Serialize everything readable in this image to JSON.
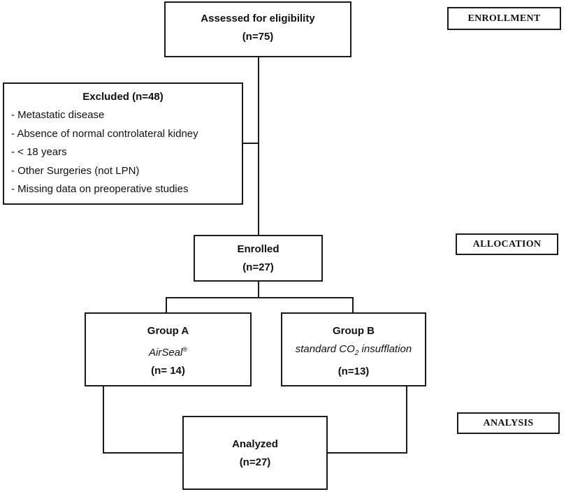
{
  "stages": {
    "enrollment": "ENROLLMENT",
    "allocation": "ALLOCATION",
    "analysis": "ANALYSIS"
  },
  "assessed": {
    "title": "Assessed for eligibility",
    "count": "(n=75)"
  },
  "excluded": {
    "title": "Excluded (n=48)",
    "items": [
      "- Metastatic disease",
      "- Absence of normal controlateral kidney",
      "- < 18 years",
      "- Other Surgeries (not LPN)",
      "- Missing data on preoperative studies"
    ]
  },
  "enrolled": {
    "title": "Enrolled",
    "count": "(n=27)"
  },
  "group_a": {
    "title": "Group A",
    "subtitle": "AirSeal",
    "subtitle_mark": "®",
    "count": "(n= 14)"
  },
  "group_b": {
    "title": "Group B",
    "subtitle_pre": "standard CO",
    "subtitle_sub": "2",
    "subtitle_post": " insufflation",
    "count": "(n=13)"
  },
  "analyzed": {
    "title": "Analyzed",
    "count": "(n=27)"
  }
}
